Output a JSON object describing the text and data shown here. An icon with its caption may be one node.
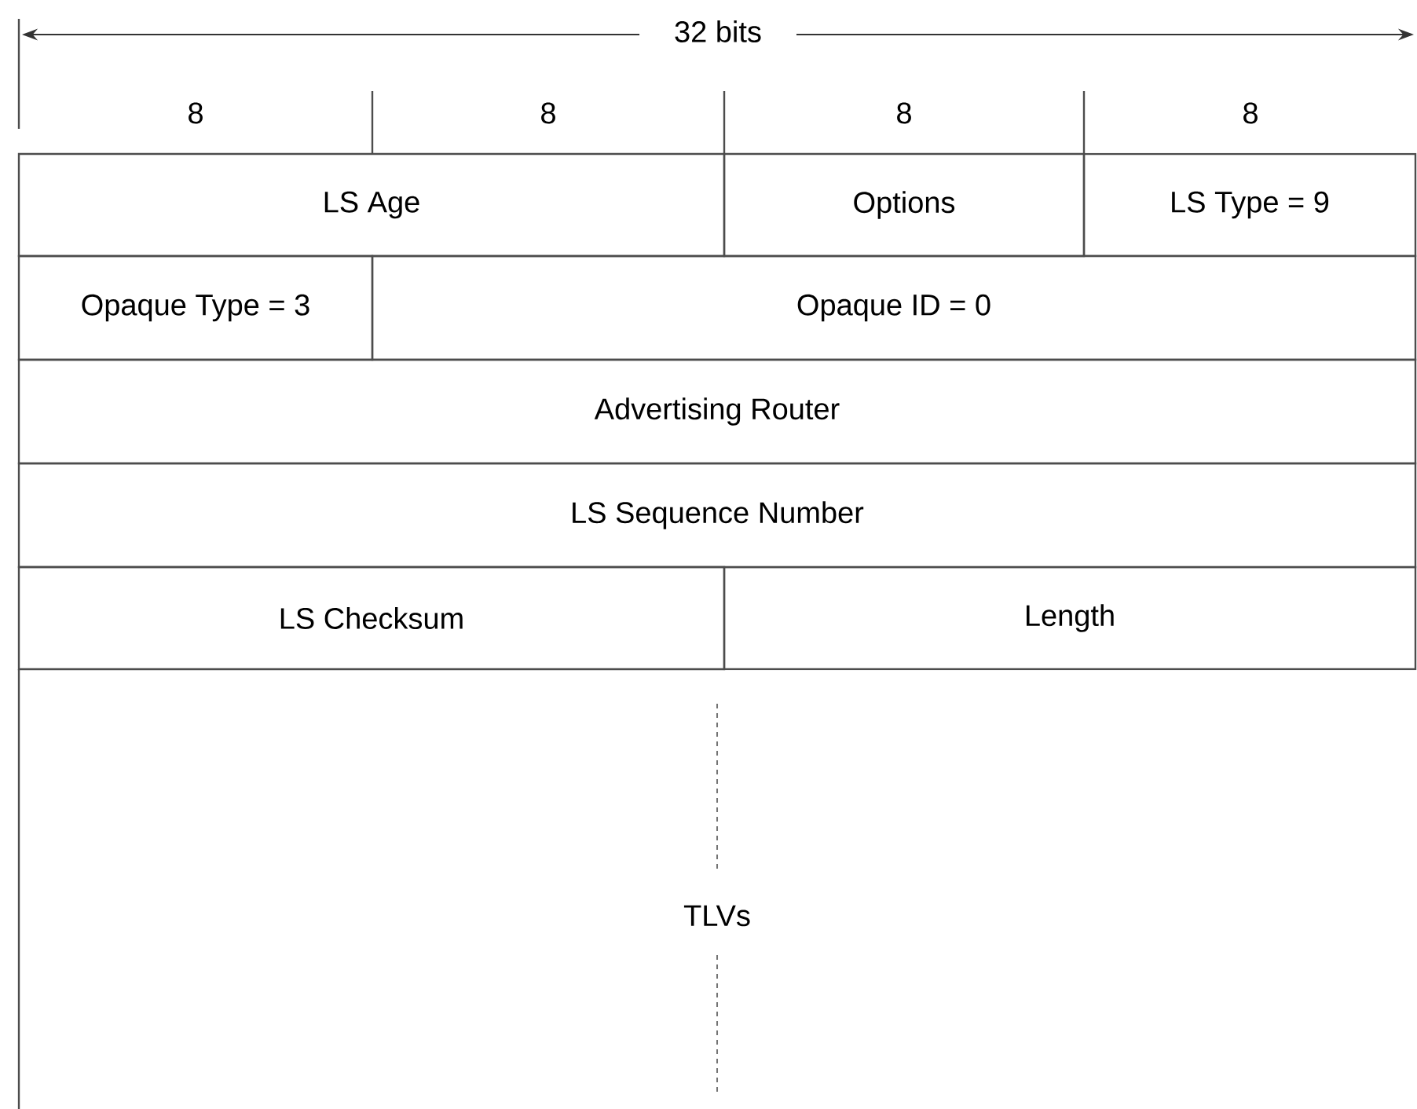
{
  "diagram": {
    "nodes": [
      {
        "text": [
          "LS Age"
        ]
      },
      {
        "text": [
          "Options"
        ]
      },
      {
        "text": [
          "LS Type = 9"
        ]
      },
      {
        "text": [
          "Opaque Type = 3"
        ]
      },
      {
        "text": [
          "Opaque ID = 0"
        ]
      },
      {
        "text": [
          "Advertising Router"
        ]
      },
      {
        "text": [
          "LS Sequence Number"
        ]
      },
      {
        "text": [
          "LS Checksum"
        ]
      },
      {
        "text": [
          "Length"
        ]
      },
      {
        "text": [
          "TLVs"
        ]
      }
    ],
    "labels": [
      "32 bits",
      "8",
      "8",
      "8",
      "8"
    ]
  }
}
